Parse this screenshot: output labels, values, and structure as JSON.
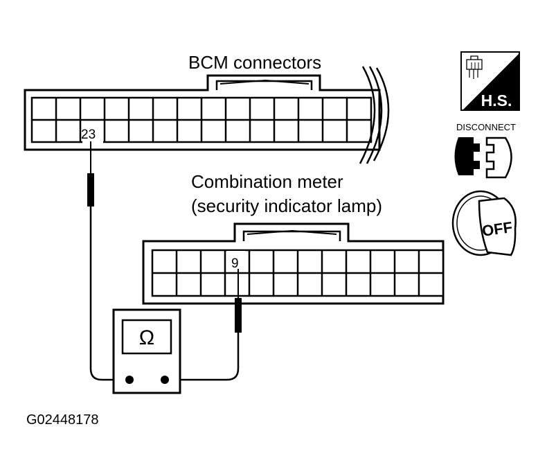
{
  "bcm": {
    "title": "BCM connectors",
    "pin": "23"
  },
  "meter": {
    "title_line1": "Combination meter",
    "title_line2": "(security indicator lamp)",
    "pin": "9"
  },
  "ohmmeter": {
    "symbol": "Ω"
  },
  "icons": {
    "hs": {
      "text": "H.S.",
      "icon": "harness-side-icon"
    },
    "disconnect": {
      "text": "DISCONNECT",
      "icon": "connector-disconnect-icon"
    },
    "ignition": {
      "text": "OFF",
      "icon": "ignition-key-off-icon"
    }
  },
  "figure_id": "G02448178"
}
